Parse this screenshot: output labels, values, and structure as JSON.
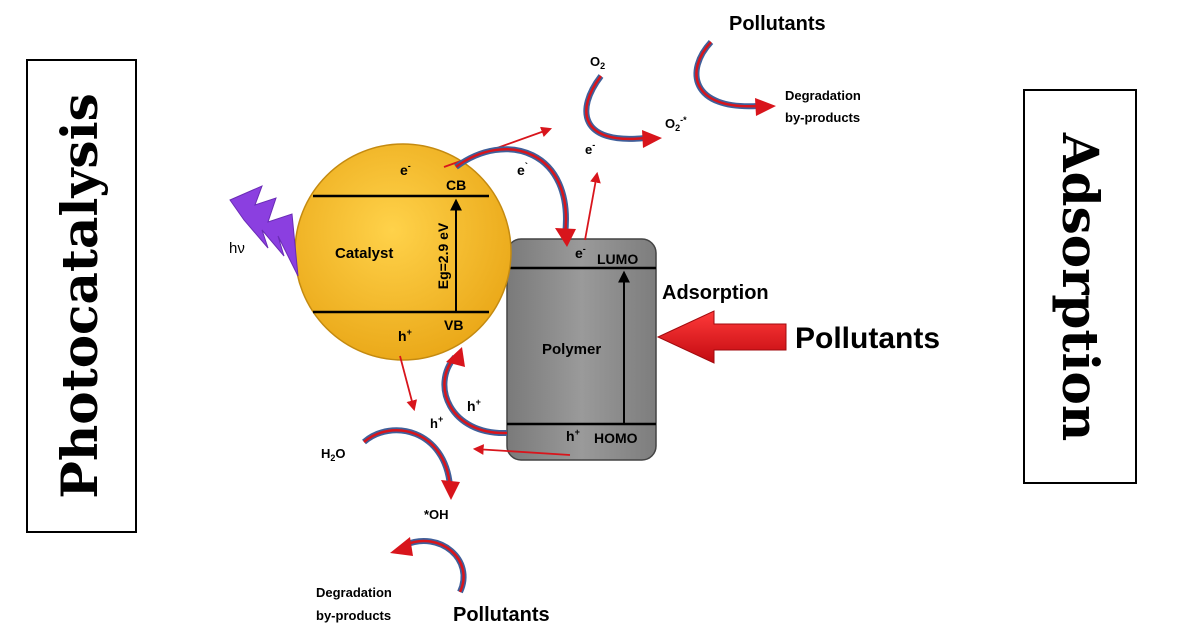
{
  "side_labels": {
    "left": "Photocatalysis",
    "right": "Adsorption"
  },
  "catalyst": {
    "name": "Catalyst",
    "cb": "CB",
    "vb": "VB",
    "band_gap": "Eg=2.9 eV",
    "electron": "e",
    "electron_sup": "-",
    "hole": "h",
    "hole_sup": "+",
    "fill_color": "#f5b82a"
  },
  "light": {
    "label": "hν",
    "color": "#8b3fe0"
  },
  "polymer": {
    "name": "Polymer",
    "lumo": "LUMO",
    "homo": "HOMO",
    "electron": "e",
    "electron_sup": "-",
    "hole": "h",
    "hole_sup": "+",
    "fill_color": "#8e8e8e"
  },
  "transfer": {
    "electron": "e",
    "electron_sup": "`",
    "hole": "h",
    "hole_sup": "+"
  },
  "oxygen_path": {
    "reactant": "O",
    "reactant_sub": "2",
    "product": "O",
    "product_sub": "2",
    "product_sup": "-*",
    "electron": "e",
    "electron_sup": "-"
  },
  "top_degradation": {
    "pollutants": "Pollutants",
    "product_line1": "Degradation",
    "product_line2": "by-products"
  },
  "water_path": {
    "reactant": "H",
    "reactant_sub": "2",
    "reactant_tail": "O",
    "hole": "h",
    "hole_sup": "+",
    "product": "*OH"
  },
  "bottom_degradation": {
    "pollutants": "Pollutants",
    "product_line1": "Degradation",
    "product_line2": "by-products"
  },
  "adsorption": {
    "label": "Adsorption",
    "pollutants": "Pollutants",
    "arrow_color": "#e8141a"
  },
  "colors": {
    "curve_blue": "#3f5f9a",
    "curve_red": "#d8151c",
    "arrow_red": "#d8151c"
  }
}
